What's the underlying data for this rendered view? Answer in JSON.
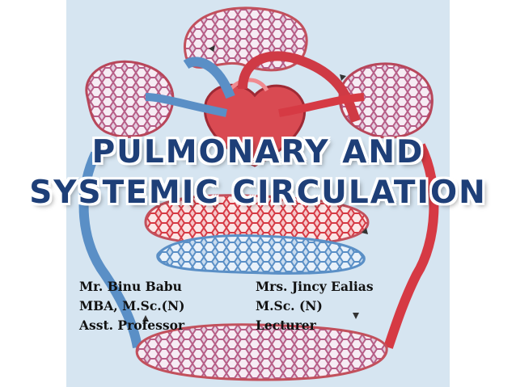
{
  "title": {
    "line1": "PULMONARY AND",
    "line2": "SYSTEMIC CIRCULATION"
  },
  "authors": [
    {
      "name": "Mr. Binu Babu",
      "degree": "MBA, M.Sc.(N)",
      "role": "Asst. Professor"
    },
    {
      "name": "Mrs. Jincy Ealias",
      "degree": "M.Sc. (N)",
      "role": "Lecturer"
    }
  ],
  "colors": {
    "title": "#1e3f78",
    "artery_red": "#d63a44",
    "vein_blue": "#5a8fc6",
    "panel_background": "#d6e5f1"
  },
  "illustration": "circulatory-system-diagram"
}
